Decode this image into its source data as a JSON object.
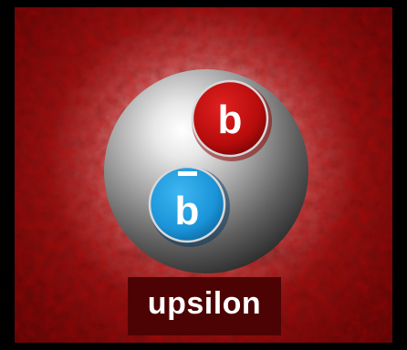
{
  "particle": {
    "name": "upsilon"
  },
  "quarks": [
    {
      "symbol": "b",
      "antiparticle": false,
      "color": "#c40f0f"
    },
    {
      "symbol": "b",
      "antiparticle": true,
      "color": "#1f9be0"
    }
  ],
  "colors": {
    "background": "#000000",
    "panel_red": "#8a1414",
    "sphere": "#b0b0b0"
  }
}
